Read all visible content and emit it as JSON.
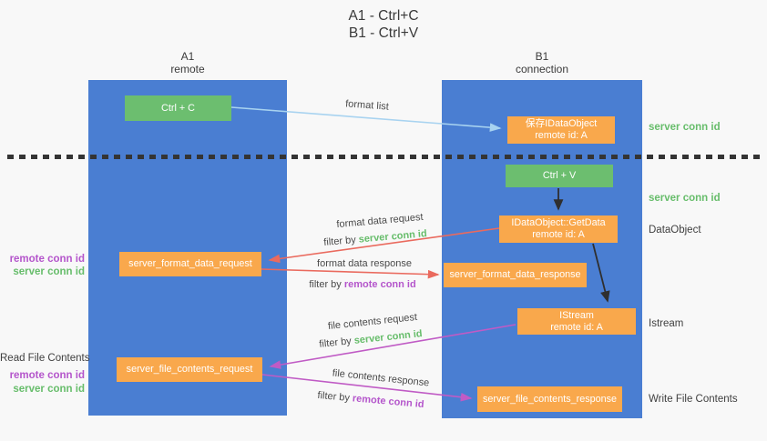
{
  "title": {
    "line1": "A1 - Ctrl+C",
    "line2": "B1 - Ctrl+V"
  },
  "columns": [
    {
      "name": "A1",
      "role": "remote"
    },
    {
      "name": "B1",
      "role": "connection"
    }
  ],
  "nodes": {
    "ctrl_c": "Ctrl + C",
    "ctrl_v": "Ctrl + V",
    "save_dataobject_line1": "保存IDataObject",
    "save_dataobject_line2": "remote id: A",
    "getdata_line1": "IDataObject::GetData",
    "getdata_line2": "remote id: A",
    "istream_line1": "IStream",
    "istream_line2": "remote id: A",
    "format_request": "server_format_data_request",
    "format_response": "server_format_data_response",
    "file_request": "server_file_contents_request",
    "file_response": "server_file_contents_response"
  },
  "edge_labels": {
    "format_list": "format list",
    "format_data_request": "format data request",
    "format_data_response": "format data response",
    "file_contents_request": "file contents request",
    "file_contents_response": "file contents response"
  },
  "terms": {
    "filter_by": "filter by ",
    "server_conn_id": "server conn id",
    "remote_conn_id": "remote conn id"
  },
  "sides": {
    "read_title": "Read File Contents",
    "write_title": "Write File Contents",
    "dataobject": "DataObject",
    "istream": "Istream"
  },
  "colors": {
    "column_blue": "#4a7ed2",
    "node_green": "#6cbe6f",
    "node_orange": "#f9a84c",
    "arrow_lightblue": "#a8d3f0",
    "arrow_red": "#ea6a5e",
    "arrow_magenta": "#c05bc5",
    "arrow_black": "#2f2f2f",
    "text_green": "#67bd6b",
    "text_purple": "#b455cb",
    "divider": "#343434"
  }
}
